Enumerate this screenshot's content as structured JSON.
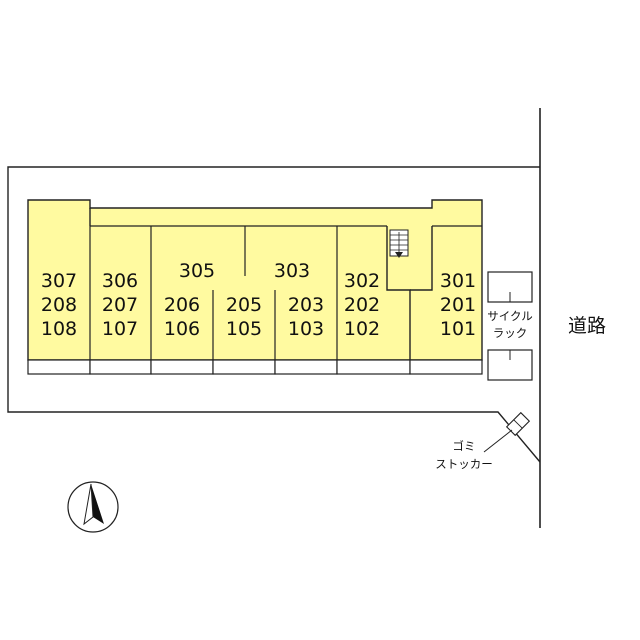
{
  "units": {
    "col1": [
      "307",
      "208",
      "108"
    ],
    "col2": [
      "306",
      "207",
      "107"
    ],
    "col3_top": "305",
    "col3": [
      "206",
      "106"
    ],
    "col4": [
      "205",
      "105"
    ],
    "col5_top": "303",
    "col5": [
      "203",
      "103"
    ],
    "col6": [
      "302",
      "202",
      "102"
    ],
    "col7": [
      "301",
      "201",
      "101"
    ]
  },
  "labels": {
    "cycle_rack_line1": "サイクル",
    "cycle_rack_line2": "ラック",
    "road": "道路",
    "garbage_line1": "ゴミ",
    "garbage_line2": "ストッカー"
  },
  "colors": {
    "building_fill": "#fffaa0",
    "line": "#222222"
  }
}
